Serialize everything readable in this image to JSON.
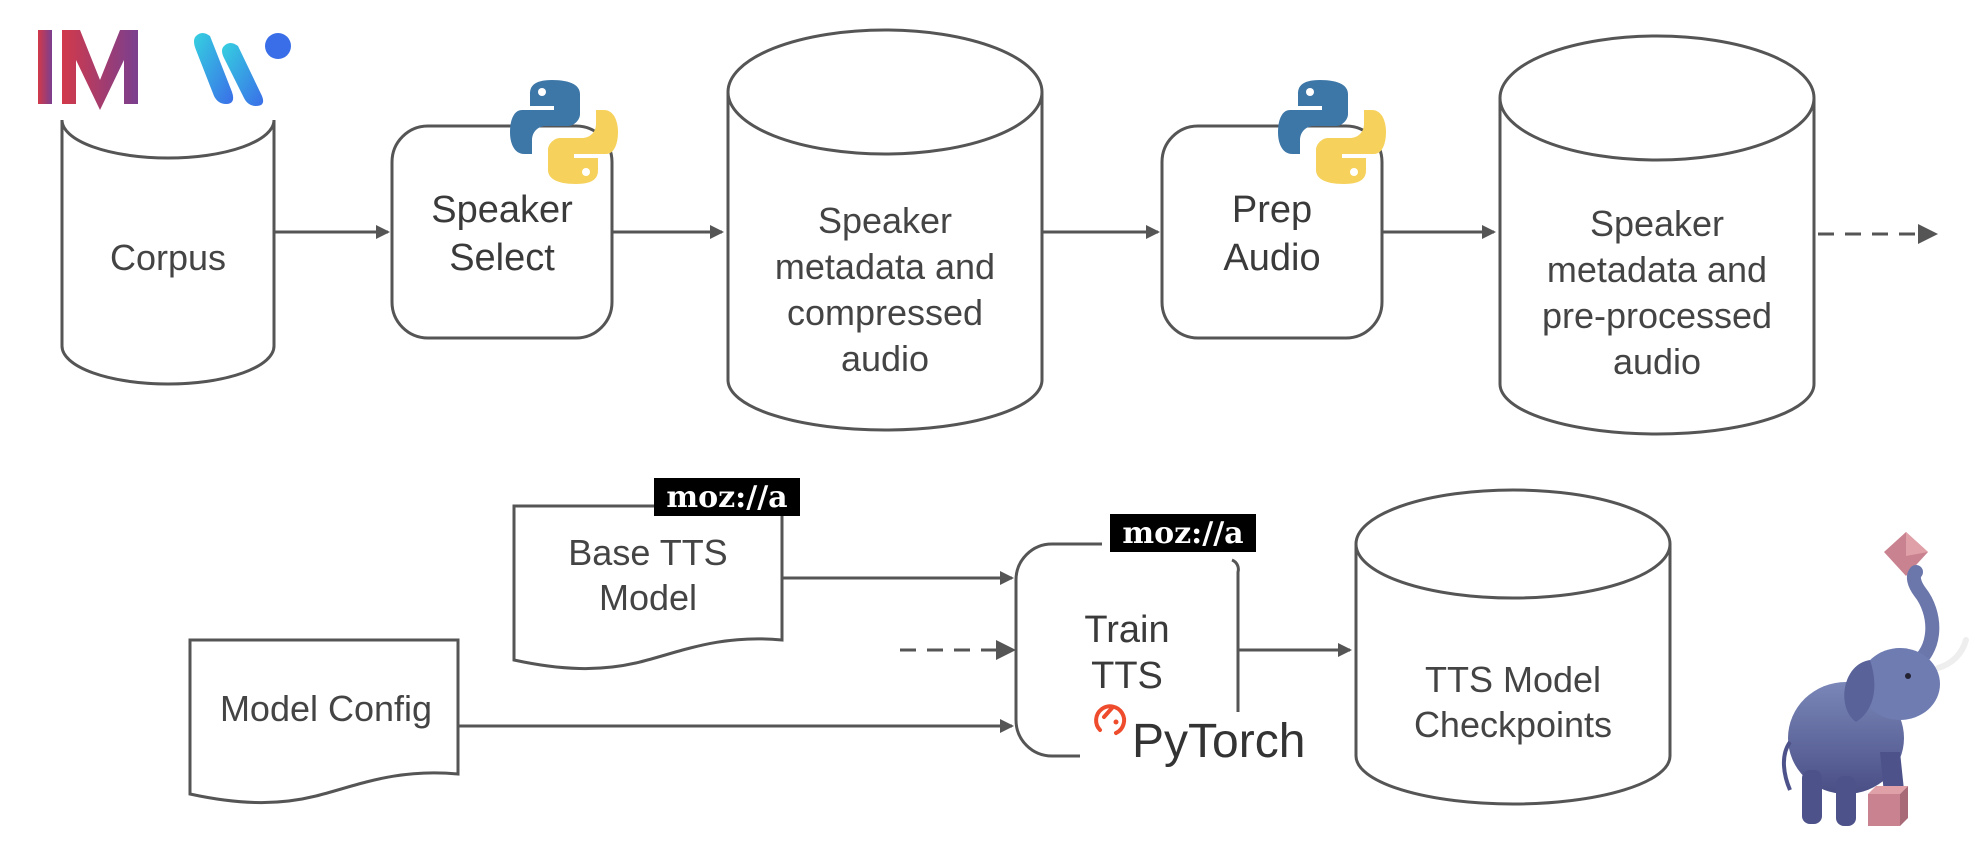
{
  "nodes": {
    "corpus": "Corpus",
    "speaker_select": [
      "Speaker",
      "Select"
    ],
    "speaker_meta_compressed": [
      "Speaker",
      "metadata and",
      "compressed",
      "audio"
    ],
    "prep_audio": [
      "Prep",
      "Audio"
    ],
    "speaker_meta_preprocessed": [
      "Speaker",
      "metadata and",
      "pre-processed",
      "audio"
    ],
    "base_tts_model": [
      "Base TTS",
      "Model"
    ],
    "model_config": "Model Config",
    "train_tts": [
      "Train",
      "TTS"
    ],
    "tts_checkpoints": [
      "TTS Model",
      "Checkpoints"
    ]
  },
  "logos": {
    "mozilla": "moz://a",
    "pytorch": "PyTorch"
  },
  "icons": [
    "mm-logo-icon",
    "w-logo-icon",
    "python-icon",
    "mozilla-logo-icon",
    "pytorch-icon",
    "elephant-icon"
  ],
  "colors": {
    "line": "#555555",
    "pytorch_orange": "#ee4c2c",
    "python_blue": "#3d77a8",
    "python_yellow": "#f6d25c"
  }
}
